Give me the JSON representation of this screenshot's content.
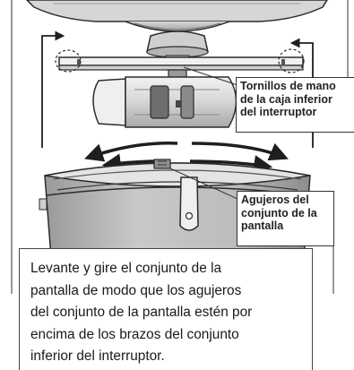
{
  "colors": {
    "outline": "#2b2b2b",
    "light_gray": "#e4e4e4",
    "mid_gray": "#c8c8c8",
    "dark_gray": "#7e7e7e",
    "bowl_gray": "#b8b8b8",
    "background": "#ffffff"
  },
  "icons": {
    "rotation": "curved-rotation-arrow-icon",
    "lift": "lift-arrow-icon"
  },
  "callouts": {
    "screws": {
      "lines": [
        "Tornillos de mano",
        "de la caja inferior",
        "del interruptor"
      ]
    },
    "holes": {
      "lines": [
        "Agujeros del",
        "conjunto de la",
        "pantalla"
      ]
    }
  },
  "instruction": {
    "lines": [
      "Levante y gire el conjunto de la",
      "pantalla de modo que los agujeros",
      "del conjunto de la pantalla estén por",
      "encima de los brazos del conjunto",
      "inferior del interruptor."
    ]
  }
}
